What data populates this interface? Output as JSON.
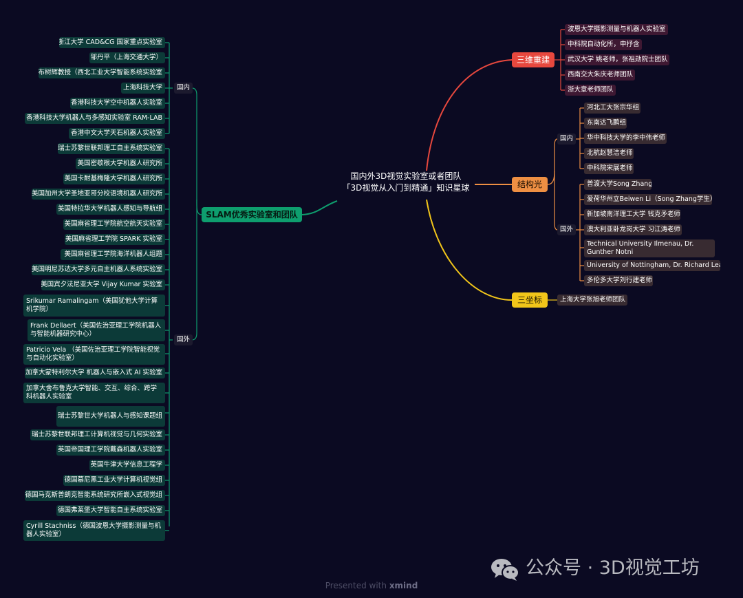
{
  "root": {
    "line1": "国内外3D视觉实验室或者团队",
    "line2": "「3D视觉从入门到精通」知识星球"
  },
  "branches": {
    "slam": {
      "label": "SLAM优秀实验室和团队",
      "domestic_label": "国内",
      "foreign_label": "国外",
      "domestic": [
        "浙江大学 CAD&CG 国家重点实验室",
        "邹丹平（上海交通大学）",
        "布树辉教授（西北工业大学智能系统实验室",
        "上海科技大学",
        "香港科技大学空中机器人实验室",
        "香港科技大学机器人与多感知实验室 RAM-LAB",
        "香港中文大学天石机器人实验室"
      ],
      "foreign": [
        "瑞士苏黎世联邦理工自主系统实验室",
        "美国密歇根大学机器人研究所",
        "美国卡耐基梅隆大学机器人研究所",
        "美国加州大学圣地亚哥分校语境机器人研究所",
        "美国特拉华大学机器人感知与导航组",
        "美国麻省理工学院航空航天实验室",
        "美国麻省理工学院 SPARK 实验室",
        "美国麻省理工学院海洋机器人组题",
        "美国明尼苏达大学多元自主机器人系统实验室",
        "美国宾夕法尼亚大学 Vijay Kumar 实验室",
        "Srikumar Ramalingam（美国犹他大学计算机学院）",
        "Frank Dellaert（美国佐治亚理工学院机器人与智能机器研究中心）",
        "Patricio Vela （美国佐治亚理工学院智能视觉与自动化实验室）",
        "加拿大蒙特利尔大学 机器人与嵌入式 AI 实验室",
        "加拿大舍布鲁克大学智能、交互、综合、跨学科机器人实验室",
        "瑞士苏黎世大学机器人与感知课题组",
        "瑞士苏黎世联邦理工计算机视觉与几何实验室",
        "英国帝国理工学院戴森机器人实验室",
        "英国牛津大学信息工程学",
        "德国慕尼黑工业大学计算机视觉组",
        "德国马克斯普朗克智能系统研究所嵌入式视觉组",
        "德国弗莱堡大学智能自主系统实验室",
        "Cyrill Stachniss（德国波恩大学摄影测量与机器人实验室）"
      ]
    },
    "recon": {
      "label": "三维重建",
      "items": [
        "波恩大学摄影测量与机器人实验室",
        "中科院自动化所，申抒含",
        "武汉大学 姚老师，张祖勋院士团队",
        "西南交大朱庆老师团队",
        "浙大章老师团队"
      ]
    },
    "structured": {
      "label": "结构光",
      "domestic_label": "国内",
      "foreign_label": "国外",
      "domestic": [
        "河北工大张宗华组",
        "东南达飞鹏组",
        "华中科技大学的李中伟老师",
        "北航赵慧洁老师",
        "中科院宋展老师"
      ],
      "foreign": [
        "普渡大学Song Zhang",
        "爱荷华州立Beiwen Li（Song Zhang学生）",
        "新加坡南洋理工大学 钱克矛老师",
        "澳大利亚卧龙岗大学 习江涛老师",
        "Technical University Ilmenau, Dr. Gunther Notni",
        "University of Nottingham, Dr. Richard Leach",
        "多伦多大学刘行建老师"
      ]
    },
    "calib": {
      "label": "三坐标",
      "items": [
        "上海大学张旭老师团队"
      ]
    }
  },
  "colors": {
    "background": "#0b0a22",
    "slam": "#0e9e6e",
    "recon": "#e7483e",
    "structured": "#ee8f43",
    "calib": "#f1c51a"
  },
  "watermark": {
    "icon": "wechat-icon",
    "text": "公众号 · 3D视觉工坊"
  },
  "footer": {
    "prefix": "Presented with ",
    "brand": "xmind"
  }
}
